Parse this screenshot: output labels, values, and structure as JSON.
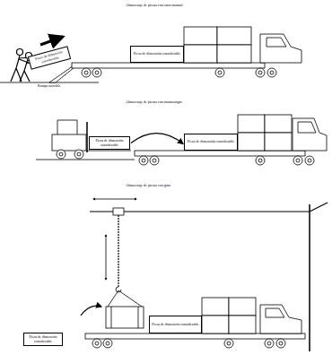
{
  "diagram": {
    "nodes": [
      {
        "text": [
          "Pieza de dimensión considerable"
        ]
      },
      {
        "text": [
          "Pieza de dimensión considerable"
        ]
      },
      {
        "text": [
          "Pieza de dimensión considerable"
        ]
      },
      {
        "text": [
          "Pieza de dimensión considerable"
        ]
      },
      {
        "text": [
          "Pieza de dimensión considerable"
        ]
      },
      {
        "text": [
          "Pieza de dimensión considerable"
        ]
      }
    ],
    "edges": [
      {
        "from": 2,
        "to": 3,
        "arrow": "to"
      }
    ],
    "labels": [
      "Almacenaje de piezas con carro manual",
      "Rampa movible",
      "Almacenaje de piezas con montacargas",
      "Almacenaje de piezas con grúa"
    ]
  }
}
